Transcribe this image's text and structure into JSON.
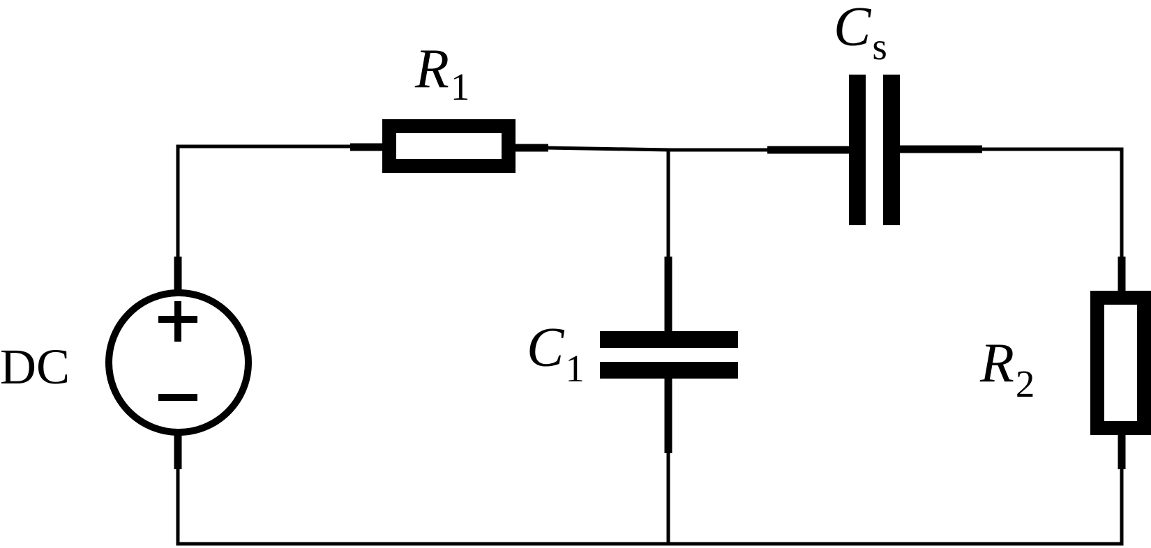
{
  "components": {
    "dc_source": {
      "label": "DC",
      "plus": "+",
      "minus": "−"
    },
    "r1": {
      "symbol": "R",
      "subscript": "1"
    },
    "r2": {
      "symbol": "R",
      "subscript": "2"
    },
    "c1": {
      "symbol": "C",
      "subscript": "1"
    },
    "cs": {
      "symbol": "C",
      "subscript": "s"
    }
  }
}
